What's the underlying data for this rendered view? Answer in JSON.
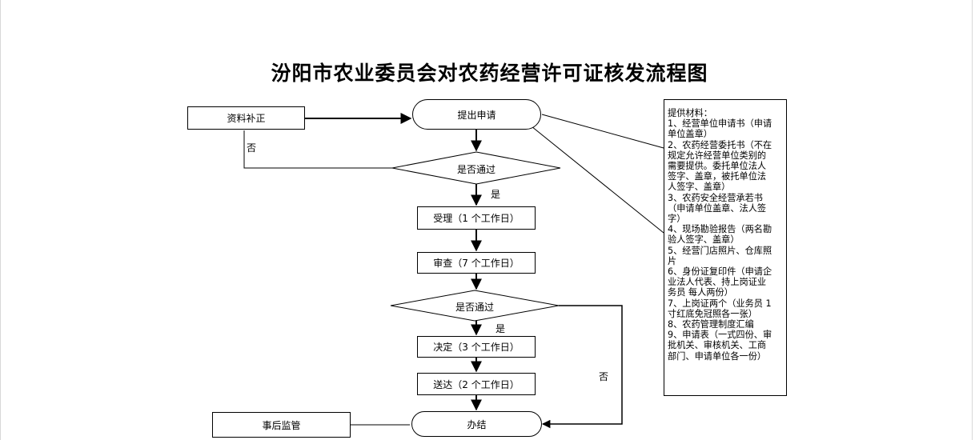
{
  "title": "汾阳市农业委员会对农药经营许可证核发流程图",
  "nodes": {
    "correction": "资料补正",
    "apply": "提出申请",
    "check1": "是否通过",
    "accept": "受理（1 个工作日）",
    "review": "审查（7 个工作日）",
    "check2": "是否通过",
    "decide": "决定（3 个工作日）",
    "deliver": "送达（2 个工作日）",
    "finish": "办结",
    "supervise": "事后监管"
  },
  "edge_labels": {
    "no1": "否",
    "yes1": "是",
    "yes2": "是",
    "no2": "否"
  },
  "materials": {
    "heading": "提供材料：",
    "lines": [
      "1、经营单位申请书（申请",
      "单位盖章）",
      "2、农药经营委托书（不在",
      "规定允许经营单位类别的",
      "需要提供。委托单位法人",
      "签字、盖章，被托单位法",
      "人签字、盖章）",
      "3、农药安全经营承若书",
      "（申请单位盖章、法人签",
      "字）",
      "4、现场勘验报告（两名勘",
      "验人签字、盖章）",
      "5、经营门店照片、仓库照",
      "片",
      "6、身份证复印件（申请企",
      "业法人代表、持上岗证业",
      "务员 每人两份）",
      "7、上岗证两个（业务员 1",
      "寸红底免冠照各一张）",
      "8、农药管理制度汇编",
      "9、申请表（一式四份、审",
      "批机关、审核机关、工商",
      "部门、申请单位各一份）"
    ]
  }
}
